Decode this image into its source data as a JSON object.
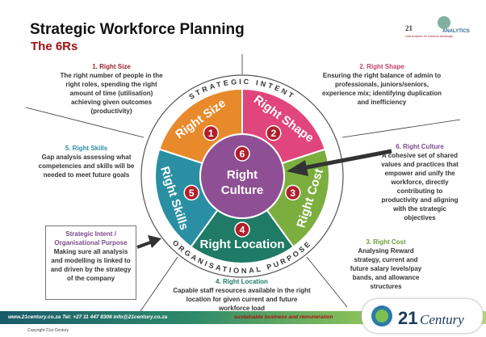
{
  "header": {
    "title": "Strategic Workforce Planning",
    "subtitle": "The 6Rs",
    "logo_text": "21st Century ANALYTICS",
    "logo_tagline": "local analytics for business advantage"
  },
  "wheel": {
    "ring_top": "STRATEGIC INTENT",
    "ring_bottom": "ORGANISATIONAL PURPOSE",
    "segments": [
      {
        "num": "1",
        "label": "Right Size",
        "color": "#e8892b"
      },
      {
        "num": "2",
        "label": "Right Shape",
        "color": "#e0457b"
      },
      {
        "num": "3",
        "label": "Right Cost",
        "color": "#7cae3f"
      },
      {
        "num": "4",
        "label": "Right Location",
        "color": "#1f7a66"
      },
      {
        "num": "5",
        "label": "Right Skills",
        "color": "#2a8fa3"
      }
    ],
    "center": {
      "num": "6",
      "label1": "Right",
      "label2": "Culture",
      "color": "#8e4f94"
    }
  },
  "notes": {
    "size": {
      "title": "1. Right Size",
      "text": "The right number of people in the right roles, spending the right amount of time (utilisation) achieving given outcomes (productivity)",
      "color": "#a02030"
    },
    "shape": {
      "title": "2. Right Shape",
      "text": "Ensuring the right balance of admin to professionals, juniors/seniors, experience mix; identifying duplication and inefficiency",
      "color": "#c0406a"
    },
    "culture": {
      "title": "6. Right Culture",
      "text": "A cohesive set of shared values and practices that empower and unify the workforce, directly contributing to productivity and aligning with the strategic objectives",
      "color": "#7a4a8a"
    },
    "skills": {
      "title": "5. Right Skills",
      "text": "Gap analysis assessing what competencies and skills will be needed to meet future goals",
      "color": "#2a8fa3"
    },
    "cost": {
      "title": "3. Right Cost",
      "text": "Analysing Reward strategy, current and future salary levels/pay bands, and allowance structures",
      "color": "#6a9e3a"
    },
    "location": {
      "title": "4. Right Location",
      "text": "Capable staff resources available in the right location for given current and future workforce load",
      "color": "#1f7a66"
    },
    "intent": {
      "title": "Strategic Intent / Organisational Purpose",
      "text": "Making sure all analysis and modelling is linked to and driven by the strategy of the company",
      "color": "#7a4a8a"
    }
  },
  "footer": {
    "contact": "www.21century.co.za   Tel: +27 11 447 8306 info@21century.co.za",
    "tagline": "sustainable business  and remuneration",
    "logo": "21st Century",
    "copyright": "Copyright 21st Century"
  }
}
